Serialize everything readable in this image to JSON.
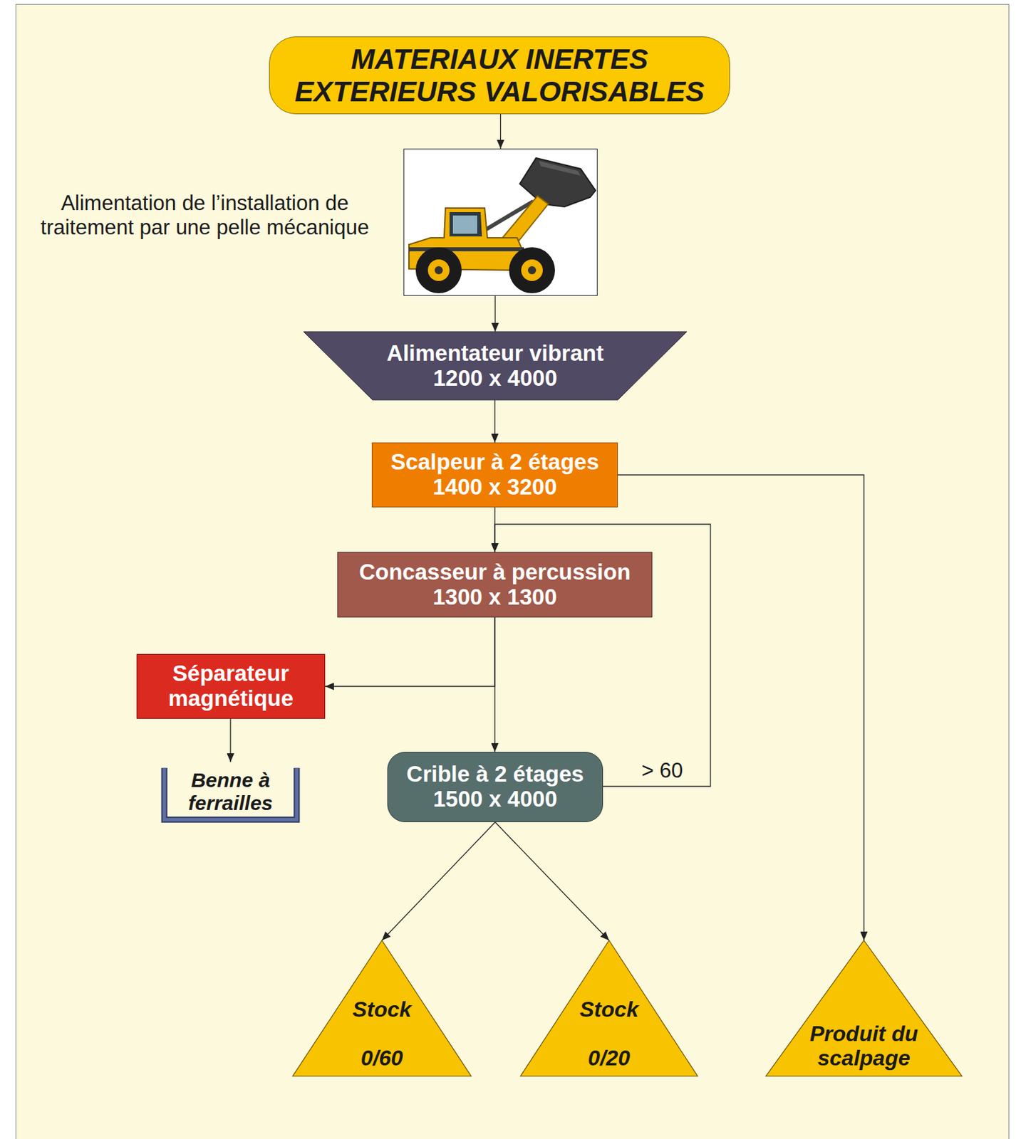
{
  "diagram": {
    "nodes": [
      {
        "text": [
          "MATERIAUX INERTES EXTERIEURS VALORISABLES"
        ]
      },
      {
        "text": [
          "Alimentation de l’installation de traitement par une pelle mécanique"
        ]
      },
      {
        "text": [
          "Alimentateur vibrant",
          "1200 x 4000"
        ]
      },
      {
        "text": [
          "Scalpeur à 2 étages",
          "1400 x 3200"
        ]
      },
      {
        "text": [
          "Concasseur à percussion",
          "1300 x 1300"
        ]
      },
      {
        "text": [
          "Séparateur magnétique"
        ]
      },
      {
        "text": [
          "Benne à ferrailles"
        ]
      },
      {
        "text": [
          "Crible à 2 étages",
          "1500 x 4000"
        ]
      },
      {
        "text": [
          "Stock",
          "0/60"
        ]
      },
      {
        "text": [
          "Stock",
          "0/20"
        ]
      },
      {
        "text": [
          "Produit du scalpage"
        ]
      }
    ],
    "edges": [
      {
        "from": 0,
        "to": 1,
        "arrow": "to"
      },
      {
        "from": 1,
        "to": 2,
        "arrow": "to"
      },
      {
        "from": 2,
        "to": 3,
        "arrow": "to"
      },
      {
        "from": 3,
        "to": 4,
        "arrow": "to"
      },
      {
        "from": 3,
        "to": 10,
        "arrow": "to"
      },
      {
        "from": 4,
        "to": 7,
        "arrow": "to"
      },
      {
        "from": 4,
        "to": 5,
        "arrow": "to"
      },
      {
        "from": 5,
        "to": 6,
        "arrow": "to"
      },
      {
        "from": 7,
        "to": 4,
        "label": "> 60",
        "arrow": "to"
      },
      {
        "from": 7,
        "to": 8,
        "arrow": "to"
      },
      {
        "from": 7,
        "to": 9,
        "arrow": "to"
      }
    ]
  }
}
